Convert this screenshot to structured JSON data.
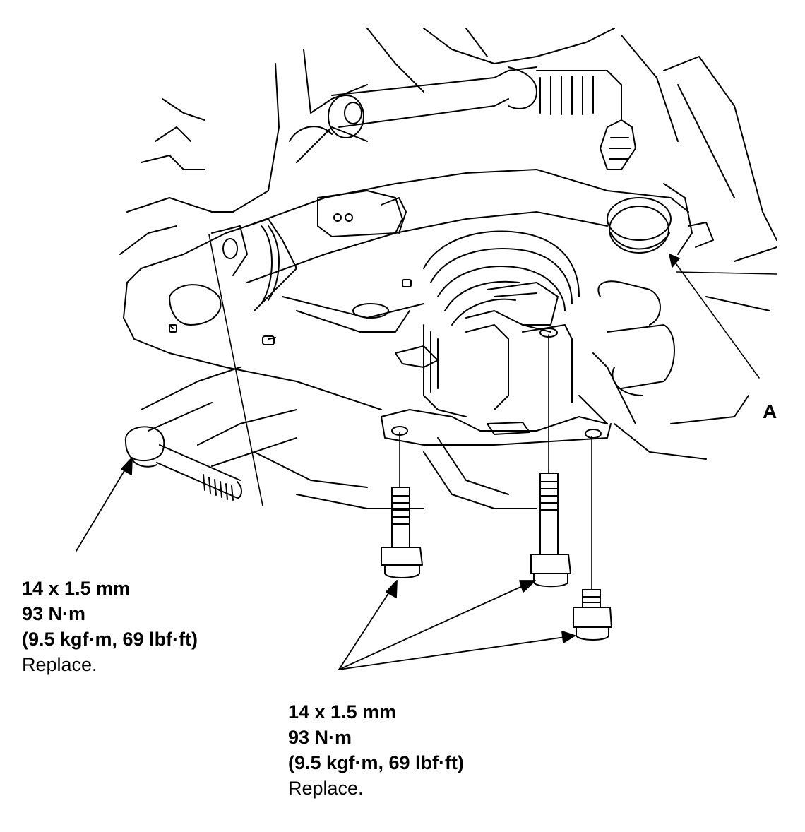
{
  "labels": {
    "part_a": "A"
  },
  "callout_left": {
    "size": "14 x 1.5 mm",
    "torque": "93 N·m",
    "torque_alt": "(9.5 kgf·m, 69 lbf·ft)",
    "note": "Replace."
  },
  "callout_right": {
    "size": "14 x 1.5 mm",
    "torque": "93 N·m",
    "torque_alt": "(9.5 kgf·m, 69 lbf·ft)",
    "note": "Replace."
  },
  "colors": {
    "line": "#000000",
    "background": "#ffffff"
  }
}
